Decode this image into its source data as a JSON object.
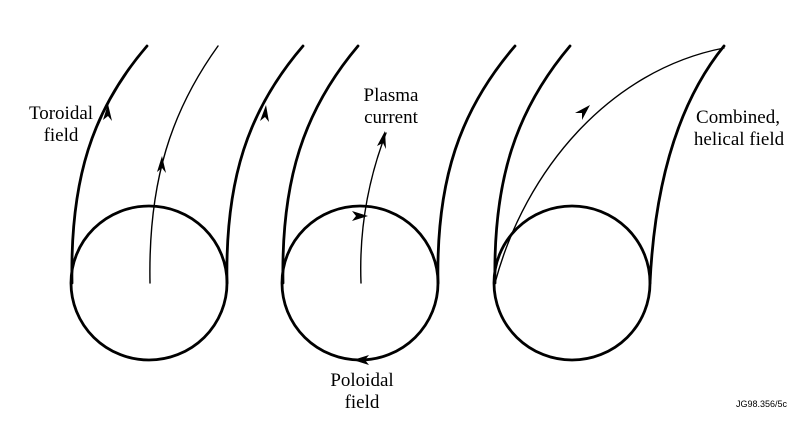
{
  "labels": {
    "toroidal_line1": "Toroidal",
    "toroidal_line2": "field",
    "plasma_line1": "Plasma",
    "plasma_line2": "current",
    "combined_line1": "Combined,",
    "combined_line2": "helical field",
    "poloidal_line1": "Poloidal",
    "poloidal_line2": "field",
    "reference_code": "JG98.356/5c"
  }
}
